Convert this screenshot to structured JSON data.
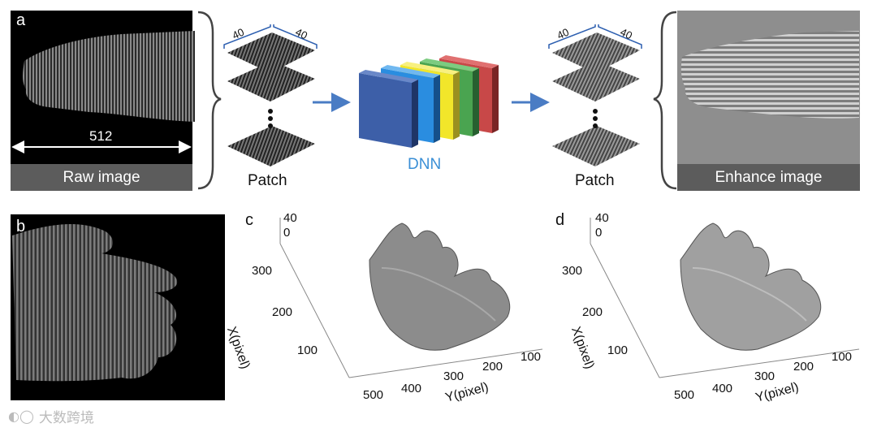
{
  "panel_a": {
    "letter": "a",
    "raw_width_label": "512",
    "raw_caption": "Raw image",
    "patch_dim_1": "40",
    "patch_dim_2": "40",
    "patch_label_left": "Patch",
    "network_label": "DNN",
    "out_dim_1": "40",
    "out_dim_2": "40",
    "patch_label_right": "Patch",
    "enhanced_caption": "Enhance image"
  },
  "panel_b": {
    "letter": "b"
  },
  "panel_c": {
    "letter": "c",
    "z_ticks": [
      "40",
      "0"
    ],
    "x_axis_title": "X(pixel)",
    "x_ticks": [
      "300",
      "200",
      "100"
    ],
    "y_axis_title": "Y(pixel)",
    "y_ticks": [
      "500",
      "400",
      "300",
      "200",
      "100"
    ]
  },
  "panel_d": {
    "letter": "d",
    "z_ticks": [
      "40",
      "0"
    ],
    "x_axis_title": "X(pixel)",
    "x_ticks": [
      "300",
      "200",
      "100"
    ],
    "y_axis_title": "Y(pixel)",
    "y_ticks": [
      "500",
      "400",
      "300",
      "200",
      "100"
    ]
  },
  "watermark": "大数跨境",
  "colors": {
    "dnn_layers": [
      "#3d5fa8",
      "#2a8de0",
      "#f2e62a",
      "#4aa450",
      "#c84848"
    ],
    "arrow": "#4a7cc4",
    "dnn_text": "#3a8fd6"
  }
}
